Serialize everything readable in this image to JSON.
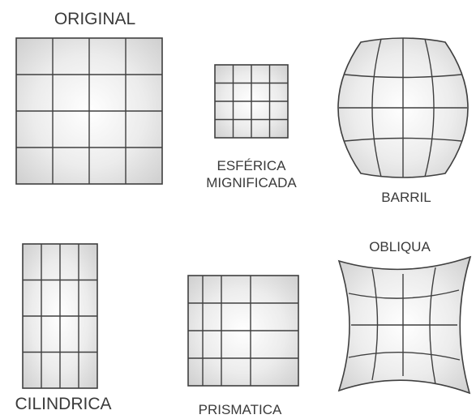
{
  "labels": {
    "original": "ORIGINAL",
    "esferica_line1": "ESFÉRICA",
    "esferica_line2": "MIGNIFICADA",
    "barril": "BARRIL",
    "cilindrica": "CILINDRICA",
    "prismatica": "PRISMATICA",
    "obliqua": "OBLIQUA"
  }
}
